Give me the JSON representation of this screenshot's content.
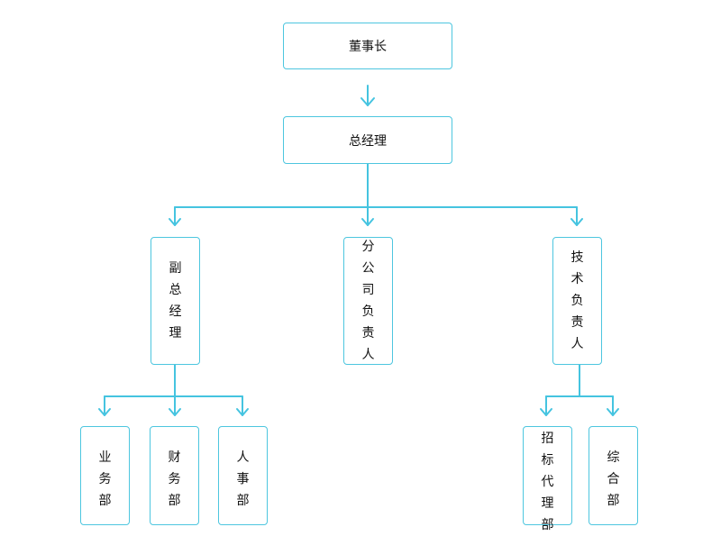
{
  "theme": {
    "line_color": "#45c4e0",
    "border_color": "#4dc6df"
  },
  "nodes": {
    "chairman": "董事长",
    "general_manager": "总经理",
    "deputy_gm": "副总经理",
    "branch_head": "分公司负责人",
    "tech_head": "技术负责人",
    "business_dept": "业务部",
    "finance_dept": "财务部",
    "hr_dept": "人事部",
    "bidding_dept": "招标代理部",
    "general_dept": "综合部"
  }
}
